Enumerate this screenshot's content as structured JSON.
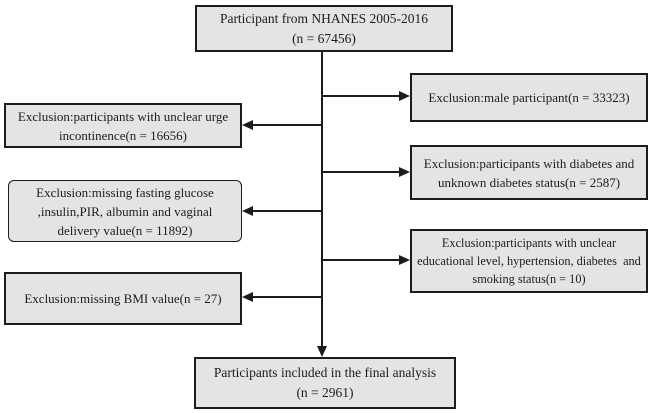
{
  "figure": {
    "type": "participant-flow-diagram",
    "background": "#ffffff",
    "box_fill": "#e4e4e4",
    "box_border": "#1c1c1c",
    "connector_color": "#1c1c1c"
  },
  "nodes": {
    "source": {
      "lines": [
        "Participant from NHANES 2005-2016",
        "(n = 67456)"
      ],
      "n": 67456
    },
    "exclusion_male": {
      "lines": [
        "Exclusion:male participant(n = 33323)"
      ],
      "n": 33323
    },
    "exclusion_urge_incontinence": {
      "lines": [
        "Exclusion:participants with unclear urge",
        "incontinence(n = 16656)"
      ],
      "n": 16656
    },
    "exclusion_diabetes_status": {
      "lines": [
        "Exclusion:participants with diabetes and",
        "unknown diabetes status(n = 2587)"
      ],
      "n": 2587
    },
    "exclusion_missing_labs": {
      "lines": [
        "Exclusion:missing fasting glucose",
        ",insulin,PIR, albumin and vaginal",
        "delivery value(n = 11892)"
      ],
      "n": 11892
    },
    "exclusion_unclear_covariates": {
      "lines": [
        "Exclusion:participants with unclear",
        "educational level, hypertension, diabetes  and",
        "smoking status(n = 10)"
      ],
      "n": 10
    },
    "exclusion_missing_bmi": {
      "lines": [
        "Exclusion:missing BMI value(n = 27)"
      ],
      "n": 27
    },
    "final": {
      "lines": [
        "Participants included in the final analysis",
        "(n = 2961)"
      ],
      "n": 2961
    }
  },
  "edges": [
    {
      "from": "source",
      "to": "exclusion_male",
      "direction": "right"
    },
    {
      "from": "source",
      "to": "exclusion_urge_incontinence",
      "direction": "left"
    },
    {
      "from": "source",
      "to": "exclusion_diabetes_status",
      "direction": "right"
    },
    {
      "from": "source",
      "to": "exclusion_missing_labs",
      "direction": "left"
    },
    {
      "from": "source",
      "to": "exclusion_unclear_covariates",
      "direction": "right"
    },
    {
      "from": "source",
      "to": "exclusion_missing_bmi",
      "direction": "left"
    },
    {
      "from": "source",
      "to": "final",
      "direction": "down"
    }
  ]
}
